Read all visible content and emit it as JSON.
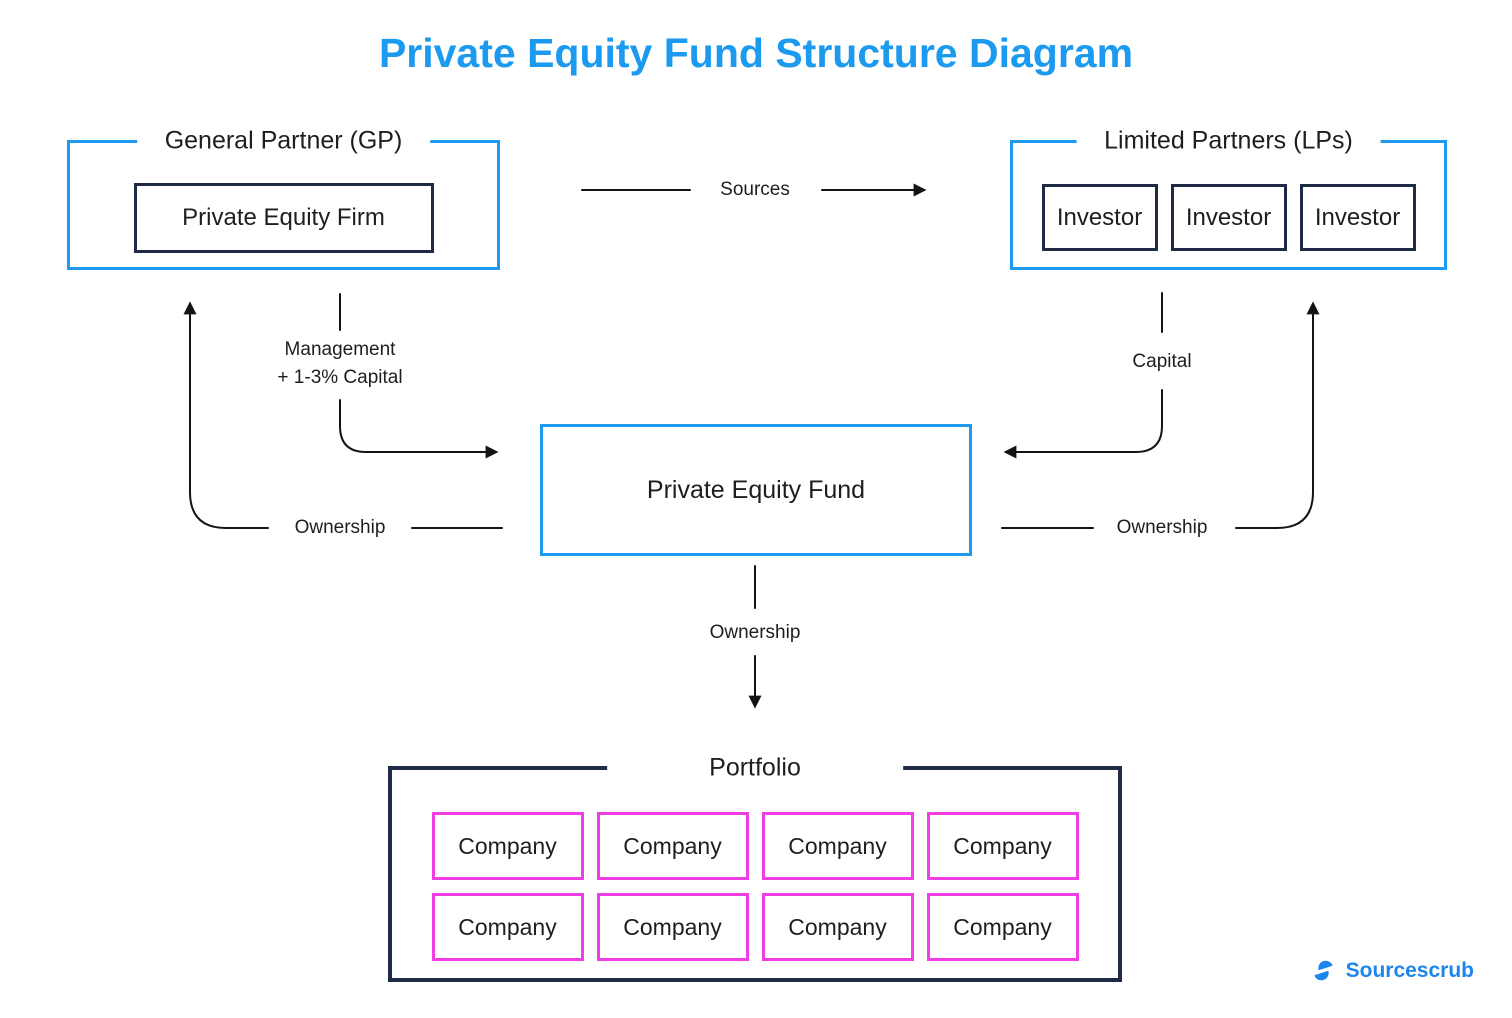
{
  "title": "Private Equity Fund Structure Diagram",
  "colors": {
    "accent_blue": "#1E9BF0",
    "dark_navy": "#1F2A44",
    "magenta": "#F13DE4",
    "line_black": "#141414",
    "logo_blue": "#1D86EC"
  },
  "gp_group": {
    "label": "General Partner (GP)",
    "firm_label": "Private Equity Firm"
  },
  "lp_group": {
    "label": "Limited Partners (LPs)",
    "investors": [
      "Investor",
      "Investor",
      "Investor"
    ]
  },
  "fund": {
    "label": "Private Equity Fund"
  },
  "portfolio": {
    "label": "Portfolio",
    "companies": [
      "Company",
      "Company",
      "Company",
      "Company",
      "Company",
      "Company",
      "Company",
      "Company"
    ]
  },
  "connectors": {
    "sources_label": "Sources",
    "management_label_line1": "Management",
    "management_label_line2": "+ 1-3% Capital",
    "capital_label": "Capital",
    "ownership_left_label": "Ownership",
    "ownership_right_label": "Ownership",
    "ownership_bottom_label": "Ownership"
  },
  "logo": {
    "wordmark": "Sourcescrub"
  }
}
